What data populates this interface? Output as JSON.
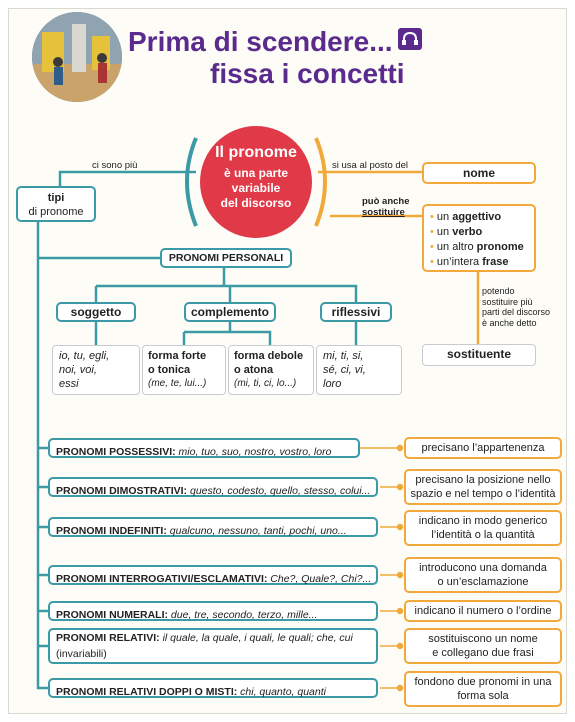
{
  "header": {
    "title_line1": "Prima di scendere...",
    "title_line2": "fissa i concetti"
  },
  "center": {
    "title": "Il pronome",
    "definition_l1": "è una parte",
    "definition_l2": "variabile",
    "definition_l3": "del discorso"
  },
  "left_branch": {
    "connector": "ci sono più",
    "box_bold": "tipi",
    "box_rest": "di pronome"
  },
  "right_branch": {
    "connector_top": "si usa al posto del",
    "noun_box": "nome",
    "connector_mid_1": "può anche",
    "connector_mid_2": "sostituire",
    "replace_items": [
      {
        "pre": "un ",
        "bold": "aggettivo"
      },
      {
        "pre": "un ",
        "bold": "verbo"
      },
      {
        "pre": "un altro ",
        "bold": "pronome"
      },
      {
        "pre": "un’intera ",
        "bold": "frase"
      }
    ],
    "note_l1": "potendo",
    "note_l2": "sostituire più",
    "note_l3": "parti del discorso",
    "note_l4": "è anche detto",
    "sostituente_box": "sostituente"
  },
  "personali": {
    "title": "PRONOMI PERSONALI",
    "soggetto": "soggetto",
    "complemento": "complemento",
    "riflessivi": "riflessivi",
    "soggetto_forms_l1": "io, tu, egli,",
    "soggetto_forms_l2": "noi, voi,",
    "soggetto_forms_l3": "essi",
    "forte_l1": "forma forte",
    "forte_l2": "o tonica",
    "forte_l3": "(me, te, lui...)",
    "debole_l1": "forma debole",
    "debole_l2": "o atona",
    "debole_l3": "(mi, ti, ci, lo...)",
    "riflessivi_forms_l1": "mi, ti, si,",
    "riflessivi_forms_l2": "sé, ci, vi,",
    "riflessivi_forms_l3": "loro"
  },
  "rows": [
    {
      "label": "PRONOMI POSSESSIVI:",
      "examples": "mio, tuo, suo, nostro, vostro, loro",
      "desc_l1": "precisano l’appartenenza",
      "desc_l2": ""
    },
    {
      "label": "PRONOMI DIMOSTRATIVI:",
      "examples": "questo, codesto, quello, stesso, colui...",
      "desc_l1": "precisano la posizione nello",
      "desc_l2": "spazio e nel tempo o l’identità"
    },
    {
      "label": "PRONOMI INDEFINITI:",
      "examples": "qualcuno, nessuno, tanti, pochi, uno...",
      "desc_l1": "indicano in modo generico",
      "desc_l2": "l’identità o la quantità"
    },
    {
      "label": "PRONOMI INTERROGATIVI/ESCLAMATIVI:",
      "examples": "Che?, Quale?, Chi?...",
      "desc_l1": "introducono una domanda",
      "desc_l2": "o un’esclamazione"
    },
    {
      "label": "PRONOMI NUMERALI:",
      "examples": "due, tre, secondo, terzo, mille...",
      "desc_l1": "indicano il numero o l’ordine",
      "desc_l2": ""
    },
    {
      "label": "PRONOMI RELATIVI:",
      "examples": "il quale, la quale, i quali, le quali; che, cui",
      "examples_l2": "(invariabili)",
      "desc_l1": "sostituiscono un nome",
      "desc_l2": "e collegano due frasi"
    },
    {
      "label": "PRONOMI RELATIVI DOPPI O MISTI:",
      "examples": "chi, quanto, quanti",
      "desc_l1": "fondono due pronomi in una",
      "desc_l2": "forma sola"
    }
  ],
  "colors": {
    "purple": "#5a2a8c",
    "red": "#e03a49",
    "teal": "#3b9aa6",
    "orange": "#f2a93b"
  },
  "icons": {
    "audio": "headphones-icon",
    "photo": "station-photo"
  }
}
